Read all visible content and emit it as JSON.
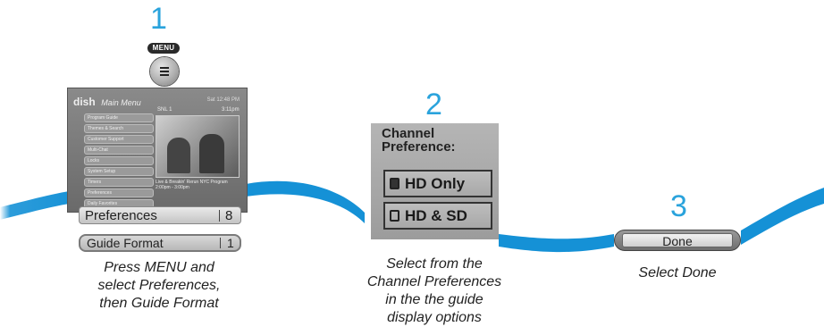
{
  "steps": {
    "one": {
      "number": "1",
      "remote_button_label": "MENU",
      "icon": "menu-button-icon",
      "tv_screen": {
        "brand": "dish",
        "header": "Main Menu",
        "time_text": "Sat 12:48 PM",
        "menu_items": [
          "Program Guide",
          "Themes & Search",
          "Customer Support",
          "Multi-Chat",
          "Locks",
          "System Setup",
          "Timers",
          "Preferences",
          "Daily Favorites"
        ],
        "program_title": "SNL 1",
        "program_time": "3:11pm",
        "program_desc": "Live & Breakin' Rerun NYC Program 2:00pm - 3:00pm"
      },
      "preferences_label": "Preferences",
      "preferences_number": "8",
      "guide_format_label": "Guide Format",
      "guide_format_number": "1",
      "caption_lines": [
        "Press MENU and",
        "select Preferences,",
        "then Guide Format"
      ]
    },
    "two": {
      "number": "2",
      "title_lines": [
        "Channel",
        "Preference:"
      ],
      "options": [
        "HD Only",
        "HD & SD"
      ],
      "caption_lines": [
        "Select from the",
        "Channel Preferences",
        "in the the guide",
        "display options"
      ]
    },
    "three": {
      "number": "3",
      "done_label": "Done",
      "caption": "Select Done"
    }
  },
  "colors": {
    "accent": "#2aa3dc",
    "curve": "#1591d6"
  }
}
